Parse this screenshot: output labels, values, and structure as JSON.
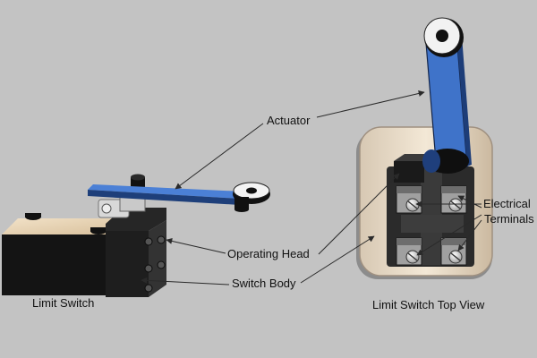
{
  "labels": {
    "actuator": "Actuator",
    "operating_head": "Operating Head",
    "switch_body": "Switch Body",
    "electrical_line1": "Electrical",
    "electrical_line2": "Terminals",
    "limit_switch": "Limit Switch",
    "top_view": "Limit Switch Top View"
  },
  "colors": {
    "background": "#c3c3c3",
    "actuator_blue": "#3f73c9",
    "body_tan": "#ead6b8",
    "body_dark": "#1c1c1c",
    "terminal_gray": "#9a9a9a",
    "leader_line": "#2a2a2a"
  }
}
